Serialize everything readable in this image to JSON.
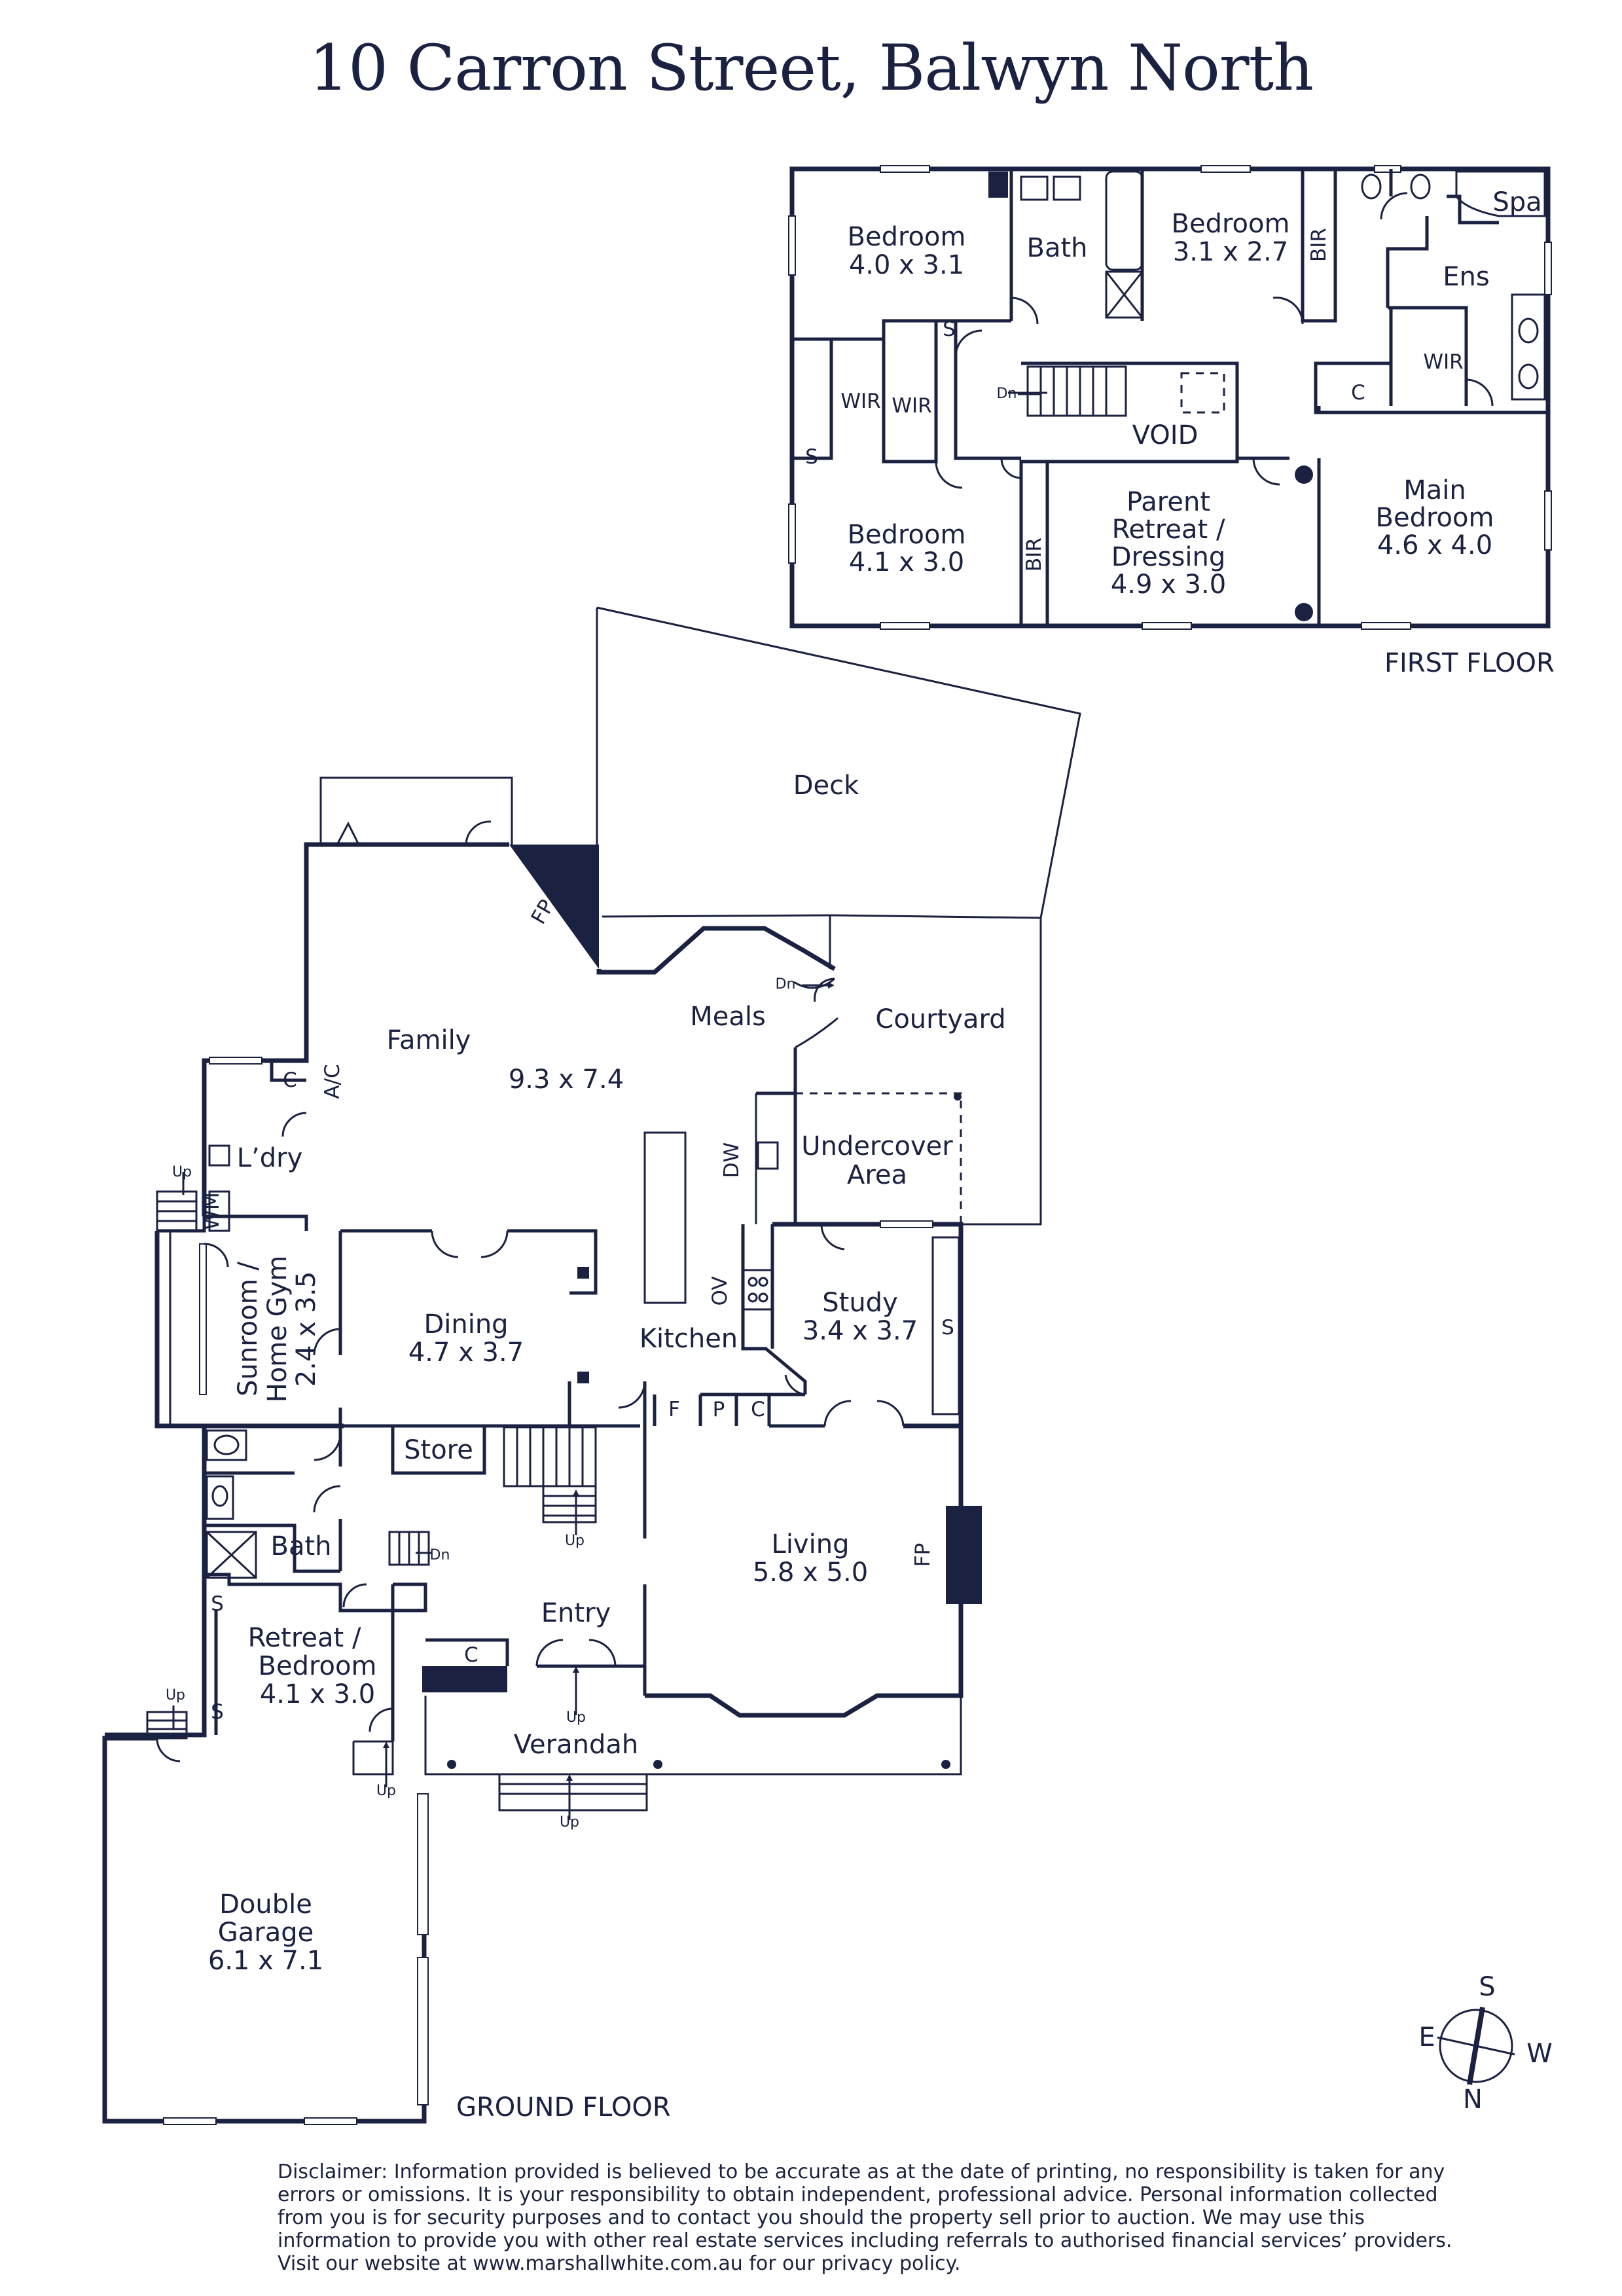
{
  "title": "10 Carron Street, Balwyn North",
  "floors": {
    "first": "FIRST FLOOR",
    "ground": "GROUND FLOOR"
  },
  "first_floor_rooms": {
    "bedroom_nw": {
      "name": "Bedroom",
      "size": "4.0 x 3.1"
    },
    "bath": {
      "name": "Bath"
    },
    "bedroom_n": {
      "name": "Bedroom",
      "size": "3.1 x 2.7"
    },
    "bir_n": "BIR",
    "spa": "Spa",
    "ens": "Ens",
    "wir_1": "WIR",
    "wir_2": "WIR",
    "wir_3": "WIR",
    "s_1": "S",
    "s_2": "S",
    "c": "C",
    "dn": "Dn",
    "void": "VOID",
    "bedroom_sw": {
      "name": "Bedroom",
      "size": "4.1 x 3.0"
    },
    "bir_s": "BIR",
    "parent_retreat": {
      "line1": "Parent",
      "line2": "Retreat /",
      "line3": "Dressing",
      "size": "4.9 x 3.0"
    },
    "main_bedroom": {
      "line1": "Main",
      "line2": "Bedroom",
      "size": "4.6 x 4.0"
    }
  },
  "ground_floor_rooms": {
    "deck": "Deck",
    "fp_1": "FP",
    "family": {
      "name": "Family",
      "size": "9.3 x 7.4"
    },
    "meals": "Meals",
    "dn": "Dn",
    "courtyard": "Courtyard",
    "c_1": "C",
    "ac": "A/C",
    "ldry": "L’dry",
    "wm": "WM",
    "up_1": "Up",
    "dw": "DW",
    "undercover": {
      "line1": "Undercover",
      "line2": "Area"
    },
    "sunroom": {
      "line1": "Sunroom /",
      "line2": "Home Gym",
      "size": "2.4 x 3.5"
    },
    "dining": {
      "name": "Dining",
      "size": "4.7 x 3.7"
    },
    "kitchen": "Kitchen",
    "ov": "OV",
    "study": {
      "name": "Study",
      "size": "3.4 x 3.7"
    },
    "s_study": "S",
    "f": "F",
    "p": "P",
    "c_2": "C",
    "store": "Store",
    "up_2": "Up",
    "bath": "Bath",
    "dn_2": "Dn",
    "living": {
      "name": "Living",
      "size": "5.8 x 5.0"
    },
    "fp_2": "FP",
    "entry": "Entry",
    "s_1": "S",
    "s_2": "S",
    "retreat": {
      "line1": "Retreat /",
      "line2": "Bedroom",
      "size": "4.1 x 3.0"
    },
    "c_3": "C",
    "up_3": "Up",
    "verandah": "Verandah",
    "up_4": "Up",
    "up_5": "Up",
    "up_6": "Up",
    "garage": {
      "line1": "Double",
      "line2": "Garage",
      "size": "6.1 x 7.1"
    }
  },
  "compass": {
    "n": "N",
    "s": "S",
    "e": "E",
    "w": "W"
  },
  "disclaimer": "Disclaimer: Information provided is believed to be accurate as at the date of printing, no responsibility is taken for any errors or omissions. It is your responsibility to obtain independent, professional advice. Personal information collected from you is for security purposes and to contact you should the property sell prior to auction. We may use this information to provide you with other real estate services including referrals to authorised financial services’ providers. Visit our website at www.marshallwhite.com.au for our privacy policy."
}
